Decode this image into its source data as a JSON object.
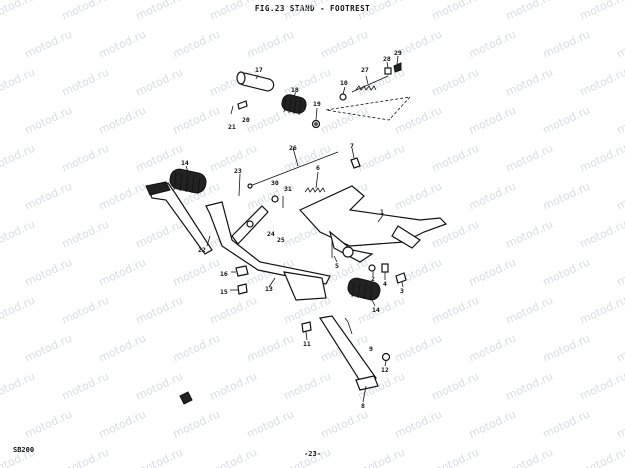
{
  "header": {
    "title": "FIG.23  STAND - FOOTREST"
  },
  "footer": {
    "model": "SB200",
    "page": "-23-"
  },
  "watermark": {
    "text": "motod.ru"
  },
  "callouts": [
    {
      "id": "c1",
      "label": "1"
    },
    {
      "id": "c2",
      "label": "2"
    },
    {
      "id": "c3",
      "label": "3"
    },
    {
      "id": "c4",
      "label": "4"
    },
    {
      "id": "c5",
      "label": "5"
    },
    {
      "id": "c6",
      "label": "6"
    },
    {
      "id": "c7",
      "label": "7"
    },
    {
      "id": "c8",
      "label": "8"
    },
    {
      "id": "c9",
      "label": "9"
    },
    {
      "id": "c10",
      "label": "10"
    },
    {
      "id": "c11",
      "label": "11"
    },
    {
      "id": "c12",
      "label": "12"
    },
    {
      "id": "c13",
      "label": "13"
    },
    {
      "id": "c14",
      "label": "14"
    },
    {
      "id": "c15",
      "label": "15"
    },
    {
      "id": "c16",
      "label": "16"
    },
    {
      "id": "c17",
      "label": "17"
    },
    {
      "id": "c18",
      "label": "18"
    },
    {
      "id": "c19",
      "label": "19"
    },
    {
      "id": "c20",
      "label": "20"
    },
    {
      "id": "c21",
      "label": "21"
    },
    {
      "id": "c22",
      "label": "22"
    },
    {
      "id": "c23",
      "label": "23"
    },
    {
      "id": "c24",
      "label": "24"
    },
    {
      "id": "c25",
      "label": "25"
    },
    {
      "id": "c26",
      "label": "26"
    },
    {
      "id": "c27",
      "label": "27"
    },
    {
      "id": "c28",
      "label": "28"
    },
    {
      "id": "c29",
      "label": "29"
    },
    {
      "id": "c30",
      "label": "30"
    },
    {
      "id": "c31",
      "label": "31"
    }
  ]
}
